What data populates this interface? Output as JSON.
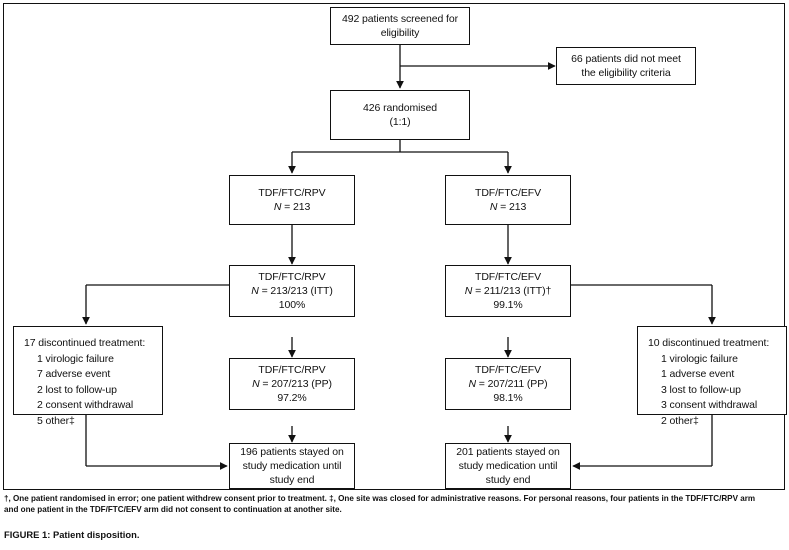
{
  "figure": {
    "caption": "FIGURE 1: Patient disposition.",
    "footnote_line1": "†, One patient randomised in error; one patient withdrew consent prior to treatment. ‡, One site was closed for administrative reasons. For personal reasons, four patients in the TDF/FTC/RPV arm",
    "footnote_line2": "and one patient in the TDF/FTC/EFV arm did not consent to continuation at another site."
  },
  "chart_data": {
    "type": "diagram",
    "title": "Patient disposition",
    "nodes": [
      {
        "id": "screened",
        "lines": [
          "492 patients screened for",
          "eligibility"
        ]
      },
      {
        "id": "excluded",
        "lines": [
          "66 patients did not meet",
          "the eligibility criteria"
        ]
      },
      {
        "id": "randomised",
        "lines": [
          "426 randomised",
          "(1:1)"
        ]
      },
      {
        "id": "arm-rpv",
        "lines": [
          "TDF/FTC/RPV",
          "N = 213"
        ]
      },
      {
        "id": "arm-efv",
        "lines": [
          "TDF/FTC/EFV",
          "N = 213"
        ]
      },
      {
        "id": "itt-rpv",
        "lines": [
          "TDF/FTC/RPV",
          "N = 213/213 (ITT)",
          "100%"
        ]
      },
      {
        "id": "itt-efv",
        "lines": [
          "TDF/FTC/EFV",
          "N = 211/213 (ITT)†",
          "99.1%"
        ]
      },
      {
        "id": "discontinued-rpv",
        "lines": [
          "17 discontinued treatment:",
          "1 virologic failure",
          "7 adverse event",
          "2 lost to follow-up",
          "2 consent withdrawal",
          "5 other‡"
        ]
      },
      {
        "id": "discontinued-efv",
        "lines": [
          "10 discontinued treatment:",
          "1 virologic failure",
          "1 adverse event",
          "3 lost to follow-up",
          "3 consent withdrawal",
          "2 other‡"
        ]
      },
      {
        "id": "pp-rpv",
        "lines": [
          "TDF/FTC/RPV",
          "N = 207/213 (PP)",
          "97.2%"
        ]
      },
      {
        "id": "pp-efv",
        "lines": [
          "TDF/FTC/EFV",
          "N = 207/211 (PP)",
          "98.1%"
        ]
      },
      {
        "id": "completed-rpv",
        "lines": [
          "196 patients stayed on",
          "study medication until",
          "study end"
        ]
      },
      {
        "id": "completed-efv",
        "lines": [
          "201 patients stayed on",
          "study medication until",
          "study end"
        ]
      }
    ]
  },
  "boxes": {
    "screened": {
      "l1": "492 patients screened for",
      "l2": "eligibility"
    },
    "excluded": {
      "l1": "66 patients did not meet",
      "l2": "the eligibility criteria"
    },
    "randomised": {
      "l1": "426 randomised",
      "l2": "(1:1)"
    },
    "arm_rpv": {
      "l1": "TDF/FTC/RPV",
      "n_label": "N",
      "l2": " = 213"
    },
    "arm_efv": {
      "l1": "TDF/FTC/EFV",
      "n_label": "N",
      "l2": " = 213"
    },
    "itt_rpv": {
      "l1": "TDF/FTC/RPV",
      "n_label": "N",
      "l2": " = 213/213 (ITT)",
      "l3": "100%"
    },
    "itt_efv": {
      "l1": "TDF/FTC/EFV",
      "n_label": "N",
      "l2": " = 211/213 (ITT)†",
      "l3": "99.1%"
    },
    "disc_rpv": {
      "title": "17 discontinued treatment:",
      "i1": "1 virologic failure",
      "i2": "7 adverse event",
      "i3": "2 lost to follow-up",
      "i4": "2 consent withdrawal",
      "i5": "5 other‡"
    },
    "disc_efv": {
      "title": "10 discontinued treatment:",
      "i1": "1 virologic failure",
      "i2": "1 adverse event",
      "i3": "3 lost to follow-up",
      "i4": "3 consent withdrawal",
      "i5": "2 other‡"
    },
    "pp_rpv": {
      "l1": "TDF/FTC/RPV",
      "n_label": "N",
      "l2": " = 207/213 (PP)",
      "l3": "97.2%"
    },
    "pp_efv": {
      "l1": "TDF/FTC/EFV",
      "n_label": "N",
      "l2": " = 207/211 (PP)",
      "l3": "98.1%"
    },
    "done_rpv": {
      "l1": "196 patients stayed on",
      "l2": "study medication until",
      "l3": "study end"
    },
    "done_efv": {
      "l1": "201 patients stayed on",
      "l2": "study medication until",
      "l3": "study end"
    }
  },
  "colors": {
    "stroke": "#111111",
    "background": "#ffffff"
  }
}
